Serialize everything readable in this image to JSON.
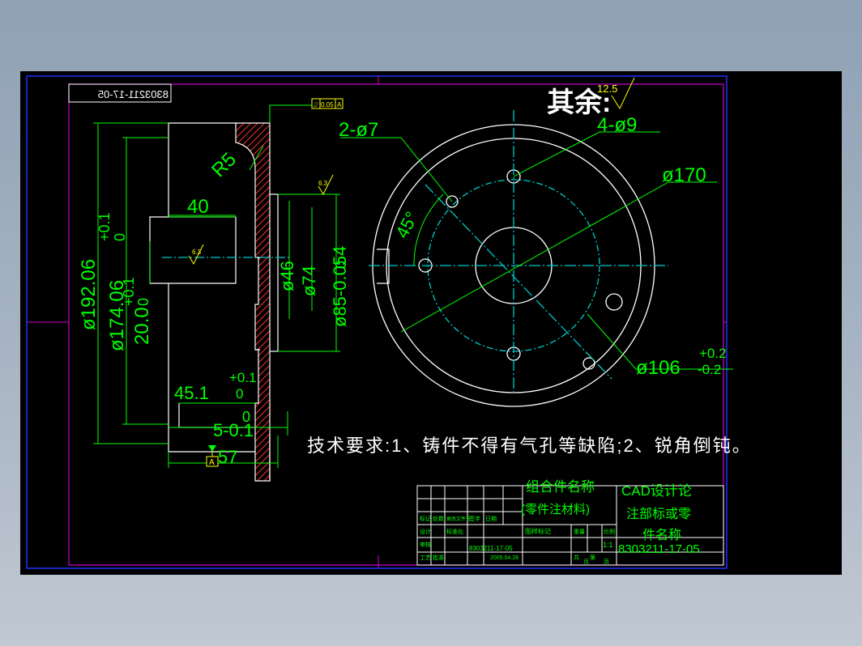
{
  "drawing": {
    "mirrored_code": "8303211-17-05",
    "tolerance_frame": {
      "symbol": "⌰",
      "value": "0.05",
      "datum": "A"
    },
    "remaining_roughness_label": "其余:",
    "remaining_roughness_value": "12.5",
    "roughness_values": [
      "6.3",
      "6.3"
    ],
    "datum_letter": "A",
    "dims_left": {
      "r5": "R5",
      "d40": "40",
      "d192": "ø192.06",
      "d174": "ø174.06",
      "d174_tol_upper": "+0.1",
      "d174_tol_lower": "0",
      "d20": "20.0",
      "d20_tol_upper": "+0.1",
      "d20_tol_lower": "0",
      "d46": "ø46",
      "d74": "ø74",
      "d85": "ø85-0.054",
      "d85_tol_lower": "0",
      "d45": "45.1",
      "d45_tol_upper": "+0.1",
      "d45_tol_lower": "0",
      "d5": "5-0.1",
      "d5_tol_lower": "0",
      "d57": "57"
    },
    "dims_right": {
      "holes2": "2-ø7",
      "holes4": "4-ø9",
      "d170": "ø170",
      "angle": "45°",
      "d106": "ø106",
      "d106_tol_upper": "+0.2",
      "d106_tol_lower": "-0.2"
    },
    "tech_requirements": "技术要求:1、铸件不得有气孔等缺陷;2、锐角倒钝。"
  },
  "title_block": {
    "assembly_name_1": "组合件名称",
    "assembly_name_2": "(零件注材料)",
    "cad_title": "CAD设计论",
    "note_line": "注部标或零",
    "part_name": "件名称",
    "drawing_no": "8303211-17-05",
    "scale_value": "1:1",
    "small_labels": [
      "标记",
      "处数",
      "更改文件号",
      "签字",
      "日期",
      "设计",
      "标准化",
      "图样标记",
      "重量",
      "比例",
      "审核",
      "工艺",
      "批准",
      "共",
      "页",
      "第",
      "页"
    ],
    "code_small": "8303211-17-05",
    "date_small": "2005.04.28"
  },
  "colors": {
    "background": "#000000",
    "border_blue": "#0000ff",
    "border_magenta": "#c000c0",
    "outline": "#ffffff",
    "dimension": "#00ff00",
    "centerline": "#00c8c8",
    "hatch": "#ff3030",
    "title_text": "#00ff00"
  }
}
